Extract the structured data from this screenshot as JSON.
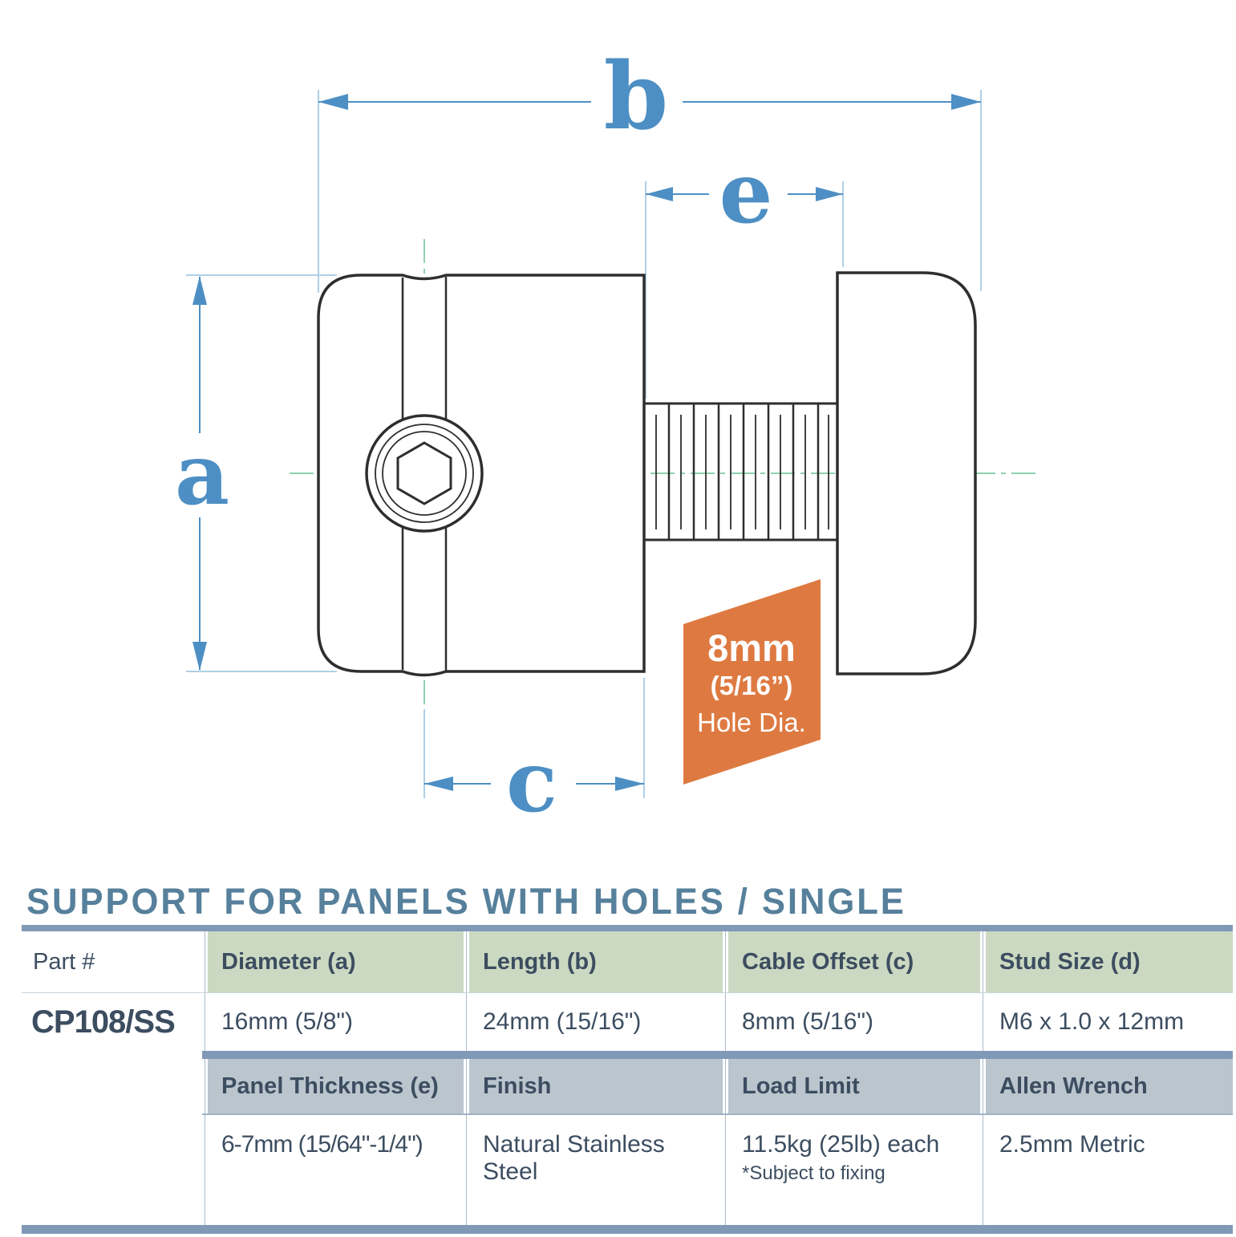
{
  "diagram": {
    "dims": {
      "a": "a",
      "b": "b",
      "c": "c",
      "e": "e"
    },
    "badge": {
      "line1": "8mm",
      "line2": "(5/16”)",
      "line3": "Hole Dia."
    },
    "colors": {
      "dimension_blue": "#4D8FC4",
      "extension_blue": "#AFCFE6",
      "centerline_green": "#8FD0AF",
      "outline_dark": "#2E2E2E",
      "badge_orange": "#DE7A41"
    }
  },
  "title": "SUPPORT FOR PANELS WITH HOLES / SINGLE",
  "table": {
    "part_label": "Part #",
    "part_number": "CP108/SS",
    "headers_top": [
      "Diameter (a)",
      "Length (b)",
      "Cable Offset (c)",
      "Stud Size (d)"
    ],
    "values_top": [
      "16mm (5/8\")",
      "24mm (15/16\")",
      "8mm (5/16\")",
      "M6 x 1.0 x 12mm"
    ],
    "headers_mid": [
      "Panel Thickness (e)",
      "Finish",
      "Load Limit",
      "Allen Wrench"
    ],
    "values_bottom": [
      "6-7mm (15/64\"-1/4\")",
      "Natural Stainless Steel",
      "11.5kg (25lb) each",
      "2.5mm Metric"
    ],
    "load_limit_note": "*Subject to fixing",
    "colors": {
      "header_green": "#CBD9C2",
      "header_gray": "#BAC5CE",
      "bar_blue": "#8099B7",
      "text_dark": "#3C4D60",
      "title_blue": "#56809B"
    }
  }
}
